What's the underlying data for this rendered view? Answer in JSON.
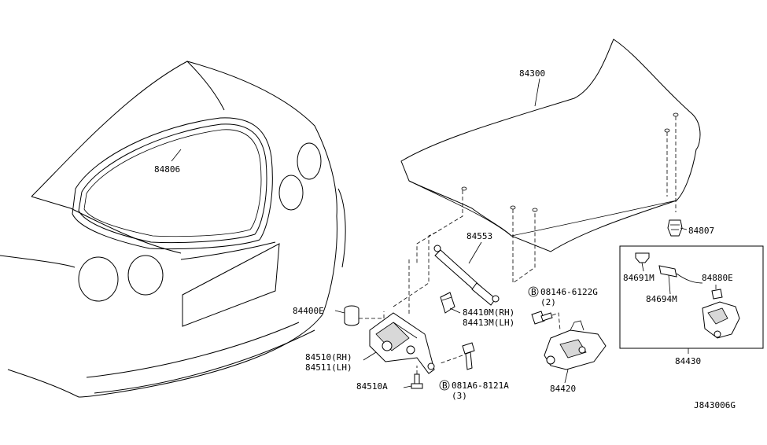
{
  "labels": {
    "p84300": "84300",
    "p84806": "84806",
    "p84553": "84553",
    "p84807": "84807",
    "p84400e": "84400E",
    "p84410m": "84410M(RH)",
    "p84413m": "84413M(LH)",
    "p84510": "84510(RH)",
    "p84511": "84511(LH)",
    "p84510a": "84510A",
    "bolt1_code": "081A6-8121A",
    "bolt1_qty": "(3)",
    "bolt2_code": "08146-6122G",
    "bolt2_qty": "(2)",
    "bolt_symbol": "B",
    "p84420": "84420",
    "p84691m": "84691M",
    "p84694m": "84694M",
    "p84880e": "84880E",
    "p84430": "84430",
    "diagram_id": "J843006G"
  }
}
